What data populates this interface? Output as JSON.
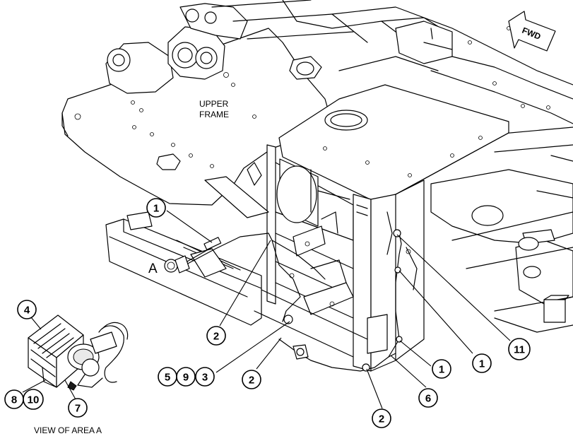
{
  "labels": {
    "upper_frame_line1": "UPPER",
    "upper_frame_line2": "FRAME",
    "area_marker": "A",
    "view_caption": "VIEW OF AREA  A",
    "fwd": "FWD"
  },
  "callouts": [
    "1",
    "2",
    "3",
    "4",
    "5",
    "6",
    "7",
    "8",
    "9",
    "10",
    "11"
  ],
  "bubbles": [
    {
      "id": "b1a",
      "text": "1"
    },
    {
      "id": "b2a",
      "text": "2"
    },
    {
      "id": "b5",
      "text": "5"
    },
    {
      "id": "b9",
      "text": "9"
    },
    {
      "id": "b3",
      "text": "3"
    },
    {
      "id": "b2b",
      "text": "2"
    },
    {
      "id": "b2c",
      "text": "2"
    },
    {
      "id": "b6",
      "text": "6"
    },
    {
      "id": "b1b",
      "text": "1"
    },
    {
      "id": "b1c",
      "text": "1"
    },
    {
      "id": "b11",
      "text": "11"
    },
    {
      "id": "b4",
      "text": "4"
    },
    {
      "id": "b8",
      "text": "8"
    },
    {
      "id": "b10",
      "text": "10"
    },
    {
      "id": "b7",
      "text": "7"
    }
  ]
}
